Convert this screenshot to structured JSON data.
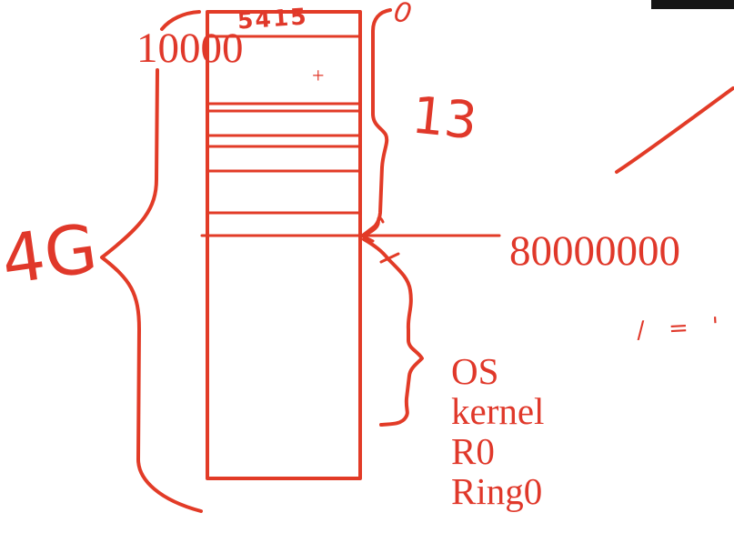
{
  "colors": {
    "ink": "#e23b27",
    "text": "#e0382a",
    "black_bar": "#161616",
    "background": "#ffffff"
  },
  "memory_diagram": {
    "left_address": "10000",
    "top_scribble": "5415",
    "top_right_scribble": "0",
    "plus_mark": "+",
    "upper_region_scribble": "13",
    "boundary_address": "80000000",
    "total_size_scribble": "4G",
    "side_scribble": "/ = '",
    "kernel_region_labels": [
      "OS",
      "kernel",
      "R0",
      "Ring0"
    ]
  }
}
